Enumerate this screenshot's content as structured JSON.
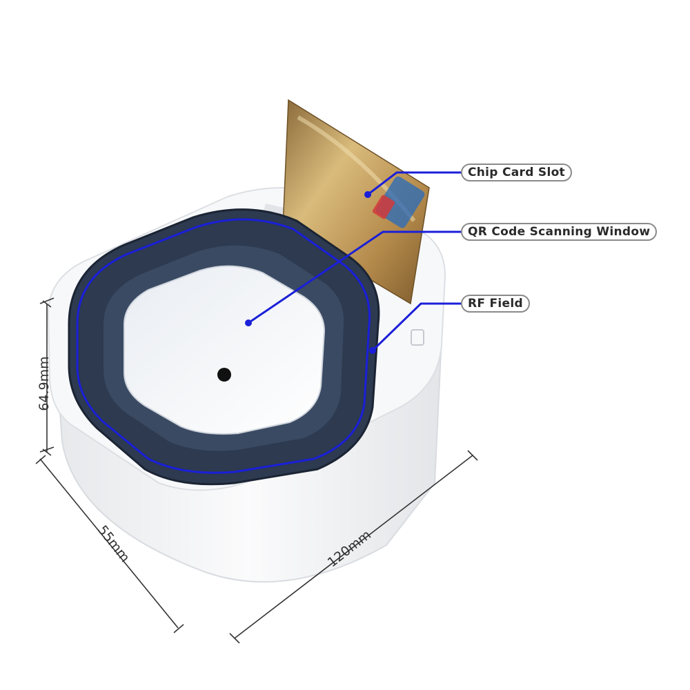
{
  "callouts": {
    "chip_card_slot": "Chip Card Slot",
    "qr_window": "QR Code  Scanning Window",
    "rf_field": "RF Field"
  },
  "dimensions": {
    "height": "64.9mm",
    "depth": "55mm",
    "width": "120mm"
  },
  "colors": {
    "callout_line": "#1a1fd8",
    "body": "#f4f5f7",
    "bezel": "#2d3a4f",
    "card": "#c9a45a"
  }
}
